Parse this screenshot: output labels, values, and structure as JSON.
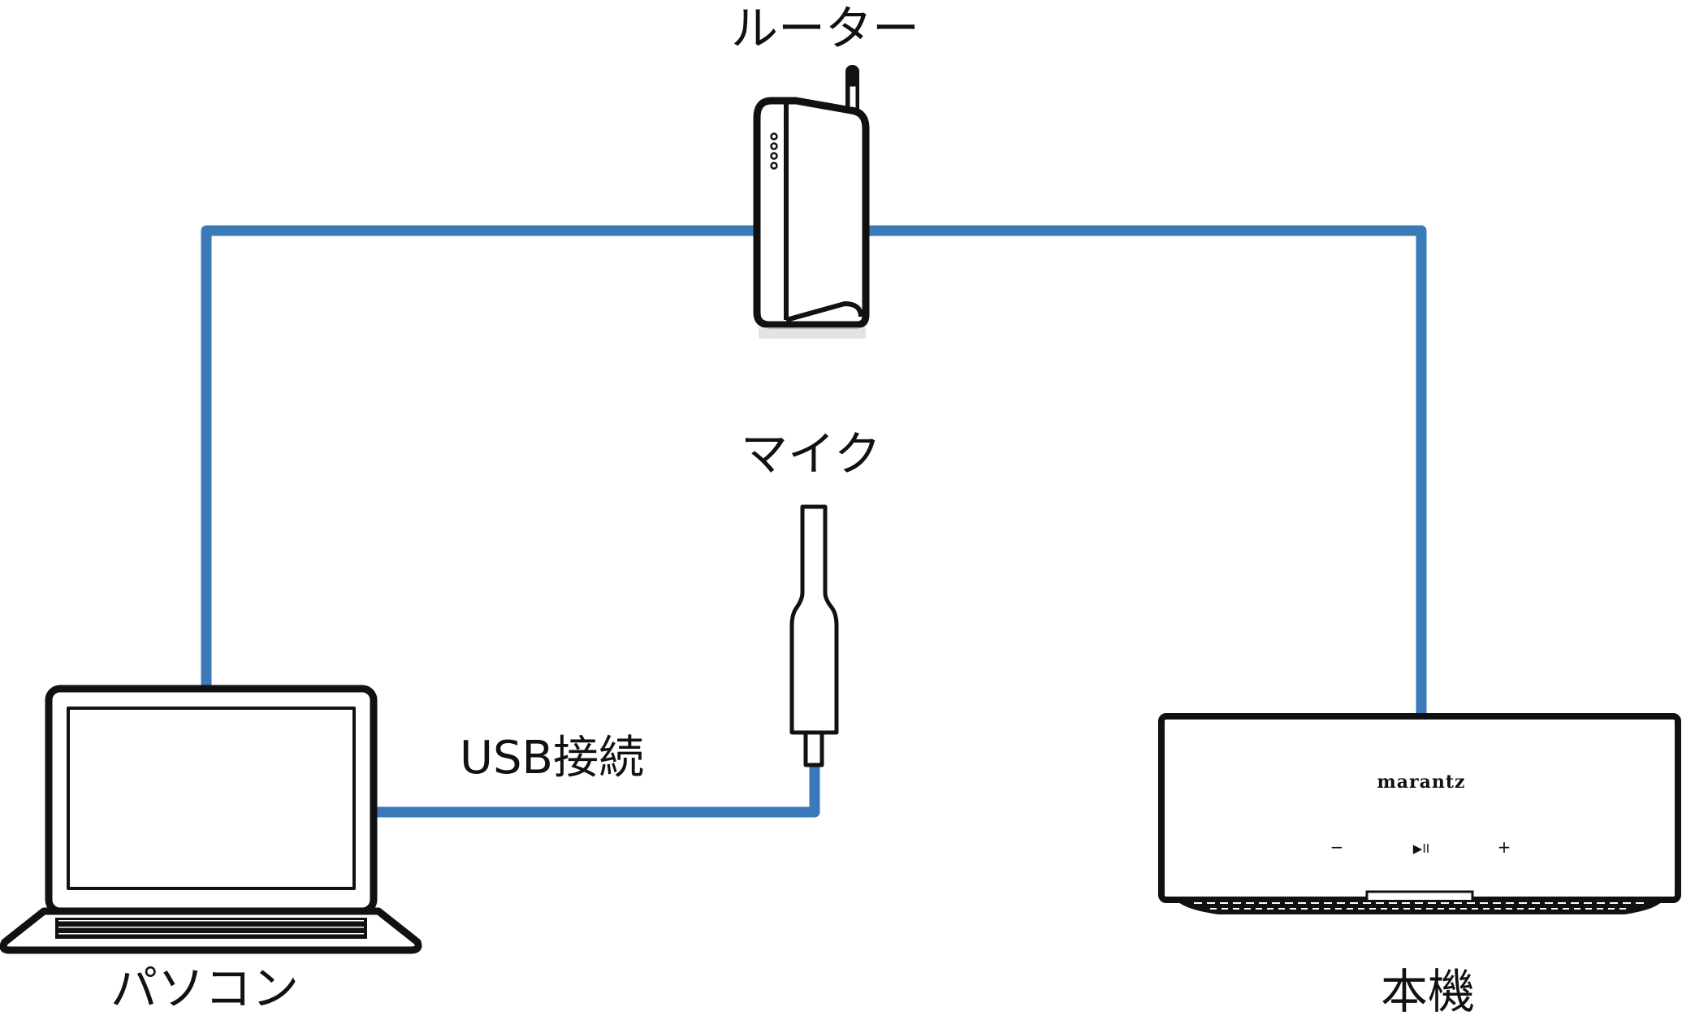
{
  "labels": {
    "router": "ルーター",
    "mic": "マイク",
    "usb": "USB接続",
    "pc": "パソコン",
    "unit": "本機"
  },
  "device": {
    "brand": "marantz",
    "controls": [
      "−",
      "▶II",
      "+"
    ]
  },
  "colors": {
    "cable": "#3a7ab8",
    "outline": "#111111"
  },
  "icons": [
    "router-icon",
    "microphone-icon",
    "laptop-icon",
    "speaker-unit-icon"
  ]
}
